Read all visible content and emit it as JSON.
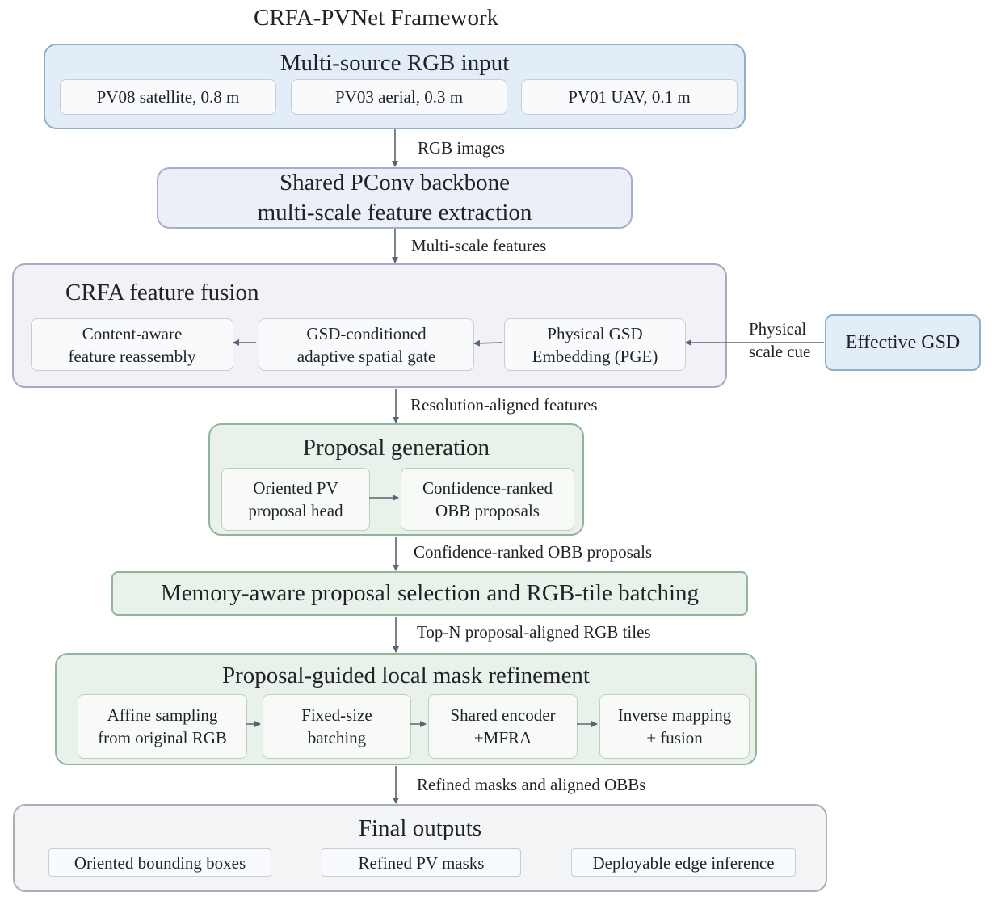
{
  "title": "CRFA-PVNet Framework",
  "input": {
    "title": "Multi-source RGB input",
    "items": [
      "PV08 satellite, 0.8 m",
      "PV03 aerial, 0.3 m",
      "PV01 UAV, 0.1 m"
    ]
  },
  "edge_labels": {
    "rgb_images": "RGB images",
    "multiscale": "Multi-scale features",
    "res_aligned": "Resolution-aligned features",
    "conf_ranked": "Confidence-ranked OBB proposals",
    "topn": "Top-N proposal-aligned RGB tiles",
    "refined": "Refined masks and aligned OBBs",
    "physical_1": "Physical",
    "physical_2": "scale cue"
  },
  "backbone": {
    "line1": "Shared PConv backbone",
    "line2": "multi-scale feature extraction"
  },
  "fusion": {
    "title": "CRFA feature fusion",
    "carafe": [
      "Content-aware",
      "feature reassembly"
    ],
    "gate": [
      "GSD-conditioned",
      "adaptive spatial gate"
    ],
    "pge": [
      "Physical GSD",
      "Embedding (PGE)"
    ]
  },
  "effective_gsd": "Effective GSD",
  "proposal": {
    "title": "Proposal generation",
    "head": [
      "Oriented PV",
      "proposal head"
    ],
    "ranked": [
      "Confidence-ranked",
      "OBB proposals"
    ]
  },
  "memory": "Memory-aware proposal selection and RGB-tile batching",
  "refine": {
    "title": "Proposal-guided local mask refinement",
    "steps": [
      [
        "Affine sampling",
        "from original RGB"
      ],
      [
        "Fixed-size",
        "batching"
      ],
      [
        "Shared encoder",
        "+MFRA"
      ],
      [
        "Inverse mapping",
        "+ fusion"
      ]
    ]
  },
  "outputs": {
    "title": "Final outputs",
    "items": [
      "Oriented bounding boxes",
      "Refined PV masks",
      "Deployable edge inference"
    ]
  },
  "colors": {
    "blue_fill": "#e3edf7",
    "lavender_fill": "#eceff8",
    "green_fill": "#e9f1eb",
    "gray_fill": "#f3f4f6",
    "arrow": "#5a6470"
  }
}
